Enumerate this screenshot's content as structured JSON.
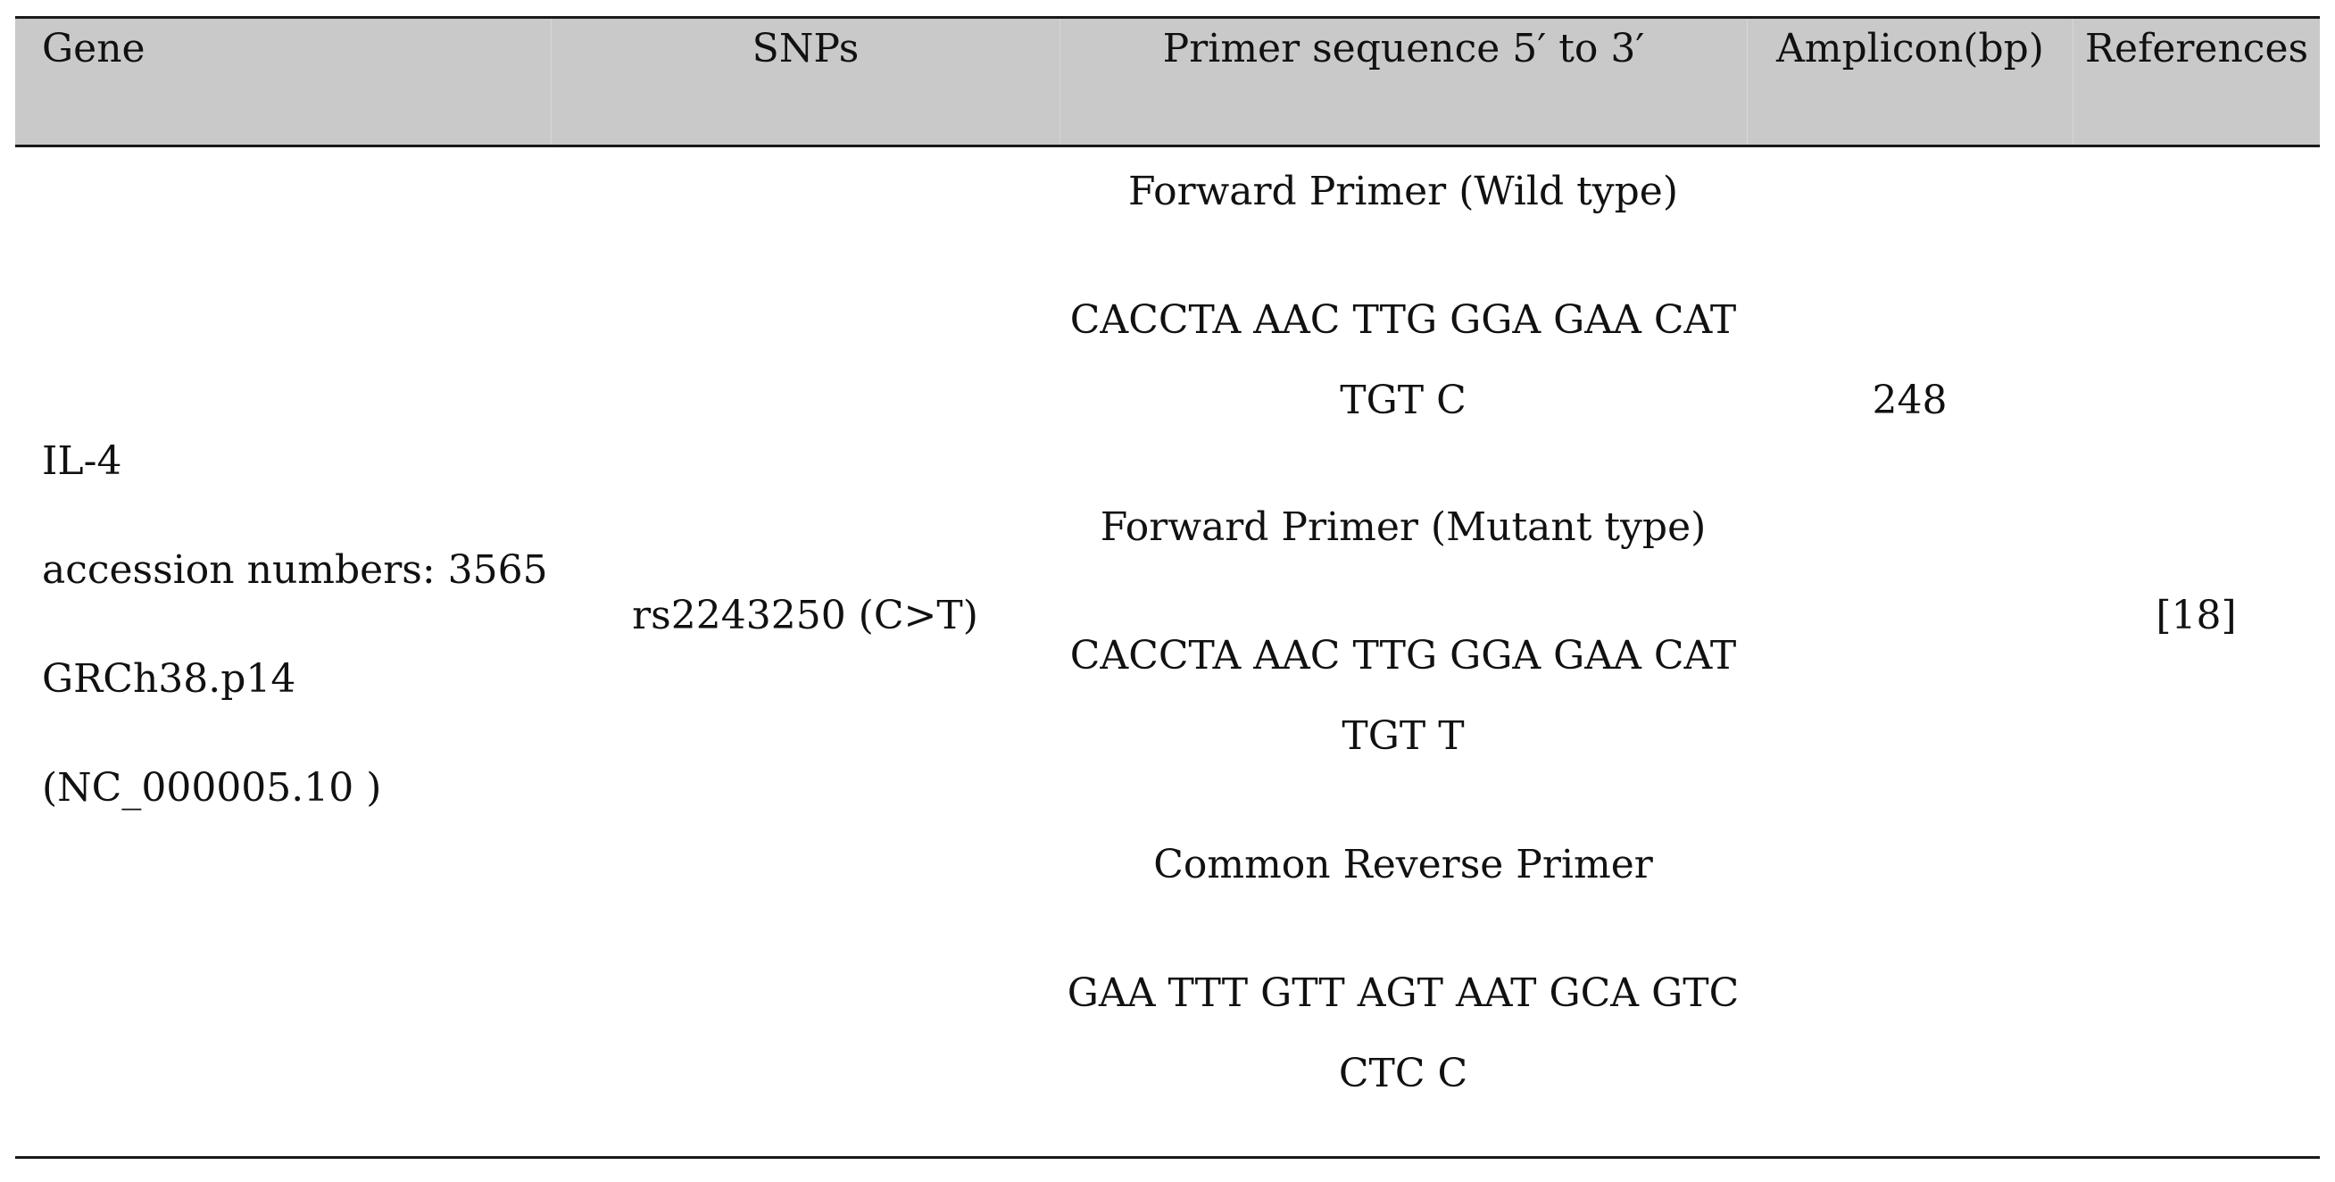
{
  "headers": {
    "gene": "Gene",
    "snps": "SNPs",
    "primer": "Primer sequence 5′ to 3′",
    "amplicon": "Amplicon(bp)",
    "references": "References"
  },
  "row": {
    "gene_lines": [
      "IL-4",
      "accession numbers: 3565",
      "GRCh38.p14",
      "(NC_000005.10 )"
    ],
    "snp": "rs2243250 (C>T)",
    "primer_lines": [
      "Forward Primer (Wild type)",
      "CACCTA AAC TTG GGA GAA CAT",
      "TGT C",
      "Forward Primer (Mutant type)",
      "CACCTA AAC TTG GGA GAA CAT",
      "TGT T",
      "Common Reverse Primer",
      "GAA TTT GTT AGT AAT GCA GTC",
      "CTC C"
    ],
    "amplicon": "248",
    "reference": "[18]"
  }
}
